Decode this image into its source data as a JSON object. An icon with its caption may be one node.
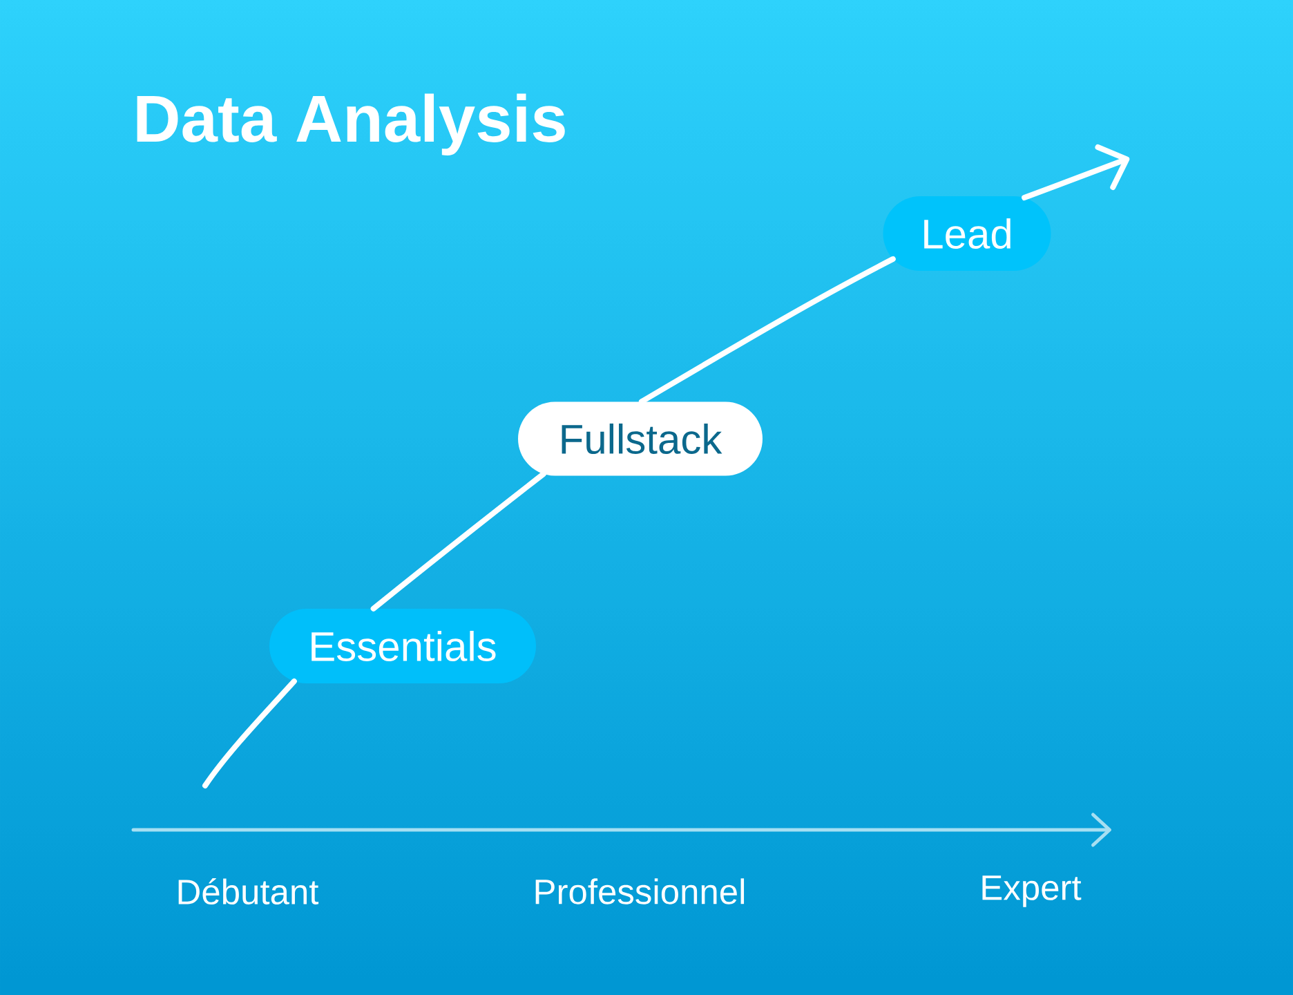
{
  "diagram": {
    "title": "Data Analysis",
    "nodes": [
      {
        "text": [
          "Essentials"
        ]
      },
      {
        "text": [
          "Fullstack"
        ]
      },
      {
        "text": [
          "Lead"
        ]
      }
    ],
    "edges": [
      {
        "from": null,
        "to": 0,
        "arrow": "none"
      },
      {
        "from": 0,
        "to": 1,
        "arrow": "none"
      },
      {
        "from": 1,
        "to": 2,
        "arrow": "none"
      },
      {
        "from": 2,
        "to": null,
        "arrow": "to"
      }
    ],
    "labels": [
      "Débutant",
      "Professionnel",
      "Expert"
    ]
  }
}
